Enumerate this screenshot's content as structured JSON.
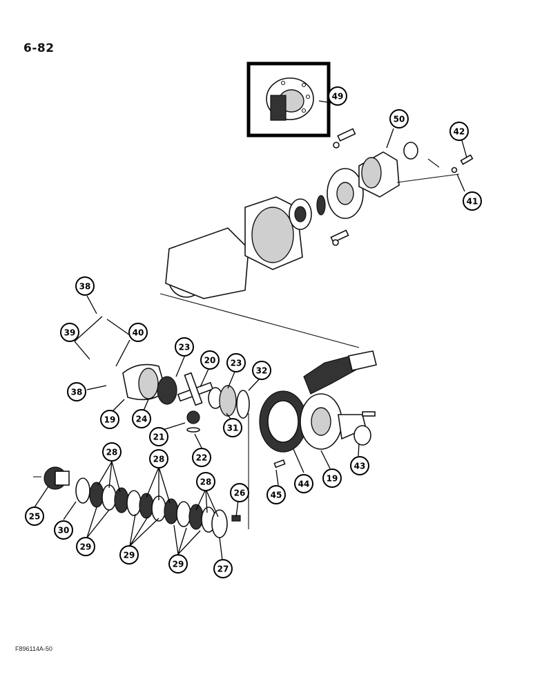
{
  "page_number": "6-82",
  "figure_code": "F896114A-50",
  "callouts": [
    "49",
    "50",
    "42",
    "41",
    "38",
    "39",
    "40",
    "23",
    "20",
    "23",
    "32",
    "38",
    "19",
    "24",
    "21",
    "22",
    "31",
    "44",
    "19",
    "43",
    "45",
    "28",
    "28",
    "28",
    "26",
    "25",
    "30",
    "29",
    "29",
    "29",
    "27"
  ]
}
